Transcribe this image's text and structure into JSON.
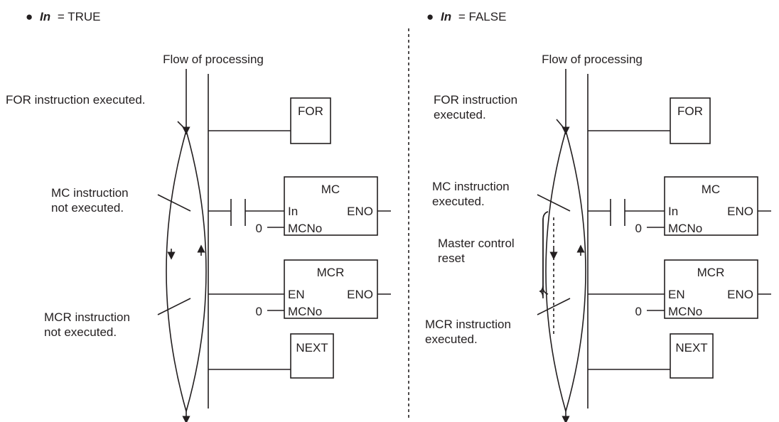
{
  "panels": [
    {
      "condition": {
        "var": "In",
        "op": "= TRUE"
      },
      "flow_title": "Flow of processing",
      "annotations": {
        "for": [
          "FOR instruction executed."
        ],
        "mc": [
          "MC instruction",
          "not executed."
        ],
        "mcr": [
          "MCR instruction",
          "not executed."
        ]
      }
    },
    {
      "condition": {
        "var": "In",
        "op": "= FALSE"
      },
      "flow_title": "Flow of processing",
      "annotations": {
        "for": [
          "FOR instruction",
          "executed."
        ],
        "mc": [
          "MC instruction",
          "executed."
        ],
        "mcr": [
          "MCR instruction",
          "executed."
        ],
        "reset": [
          "Master control",
          "reset"
        ]
      }
    }
  ],
  "blocks": {
    "for": "FOR",
    "mc": {
      "title": "MC",
      "in": "In",
      "eno": "ENO",
      "mcno": "MCNo"
    },
    "mcr": {
      "title": "MCR",
      "en": "EN",
      "eno": "ENO",
      "mcno": "MCNo"
    },
    "next": "NEXT",
    "mcno_value": "0"
  },
  "bullet": "●"
}
